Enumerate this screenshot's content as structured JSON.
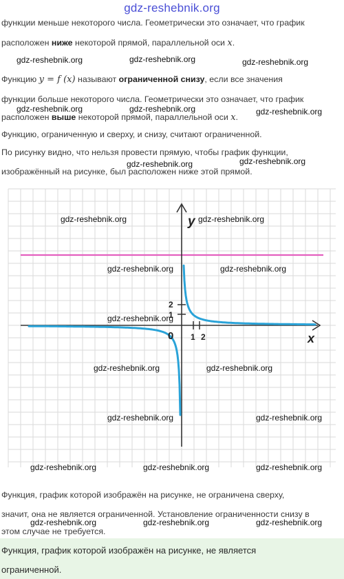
{
  "header": {
    "site": "gdz-reshebnik.org"
  },
  "paragraphs": {
    "p1_line1": "функции меньше некоторого числа. Геометрически это означает, что график",
    "p1_line2_a": "расположен ",
    "p1_line2_bold": "ниже",
    "p1_line2_b": " некоторой прямой, параллельной оси ",
    "p1_line2_var": "x",
    "p1_line2_end": ".",
    "p2_line1_a": "Функцию ",
    "p2_line1_math": "y = f (x)",
    "p2_line1_b": " называют ",
    "p2_line1_bold": "ограниченной снизу",
    "p2_line1_c": ", если все значения",
    "p2_line2": "функции больше некоторого числа. Геометрически это означает, что график",
    "p2_line3_a": "расположен ",
    "p2_line3_bold": "выше",
    "p2_line3_b": " некоторой прямой, параллельной оси ",
    "p2_line3_var": "x",
    "p2_line3_end": ".",
    "p3": "Функцию, ограниченную и сверху, и снизу, считают ограниченной.",
    "p4_line1": "По рисунку видно, что нельзя провести прямую, чтобы график функции,",
    "p4_line2": "изображённый на рисунке, был расположен ниже этой прямой.",
    "p5_line1": "Функция, график которой изображён на рисунке, не ограничена сверху,",
    "p5_line2": "значит, она не является ограниченной. Установление ограниченности снизу в",
    "p5_line3": "этом случае не требуется."
  },
  "graph": {
    "y_axis_label": "y",
    "x_axis_label": "x",
    "origin_label": "0",
    "x_tick_labels": [
      "1",
      "2"
    ],
    "y_tick_labels": [
      "2",
      "1"
    ],
    "curve_color": "#2aa3d8",
    "line_color": "#e45fbf",
    "grid_color": "#dadada"
  },
  "conclusion": {
    "line1": "Функция, график которой изображён на рисунке, не является",
    "line2": "ограниченной."
  },
  "watermarks": {
    "text": "gdz-reshebnik.org"
  }
}
